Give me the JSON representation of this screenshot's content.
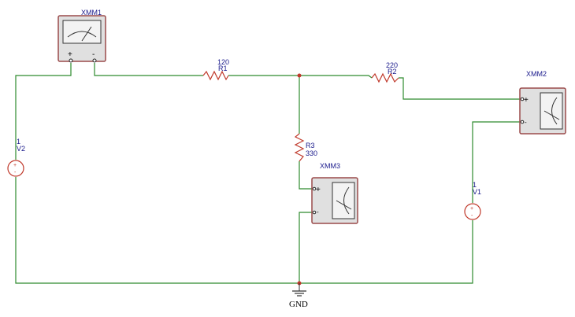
{
  "components": {
    "xmm1": {
      "label": "XMM1",
      "plus": "+",
      "minus": "-"
    },
    "xmm2": {
      "label": "XMM2",
      "plus": "+",
      "minus": "-"
    },
    "xmm3": {
      "label": "XMM3",
      "plus": "+",
      "minus": "-"
    },
    "r1": {
      "value": "120",
      "name": "R1"
    },
    "r2": {
      "value": "220",
      "name": "R2"
    },
    "r3": {
      "name": "R3",
      "value": "330"
    },
    "v1": {
      "value": "1",
      "name": "V1"
    },
    "v2": {
      "value": "1",
      "name": "V2"
    },
    "gnd": {
      "label": "GND"
    }
  },
  "colors": {
    "wire": "#2e8b2e",
    "component": "#c0392b",
    "label": "#1a1a8c"
  }
}
